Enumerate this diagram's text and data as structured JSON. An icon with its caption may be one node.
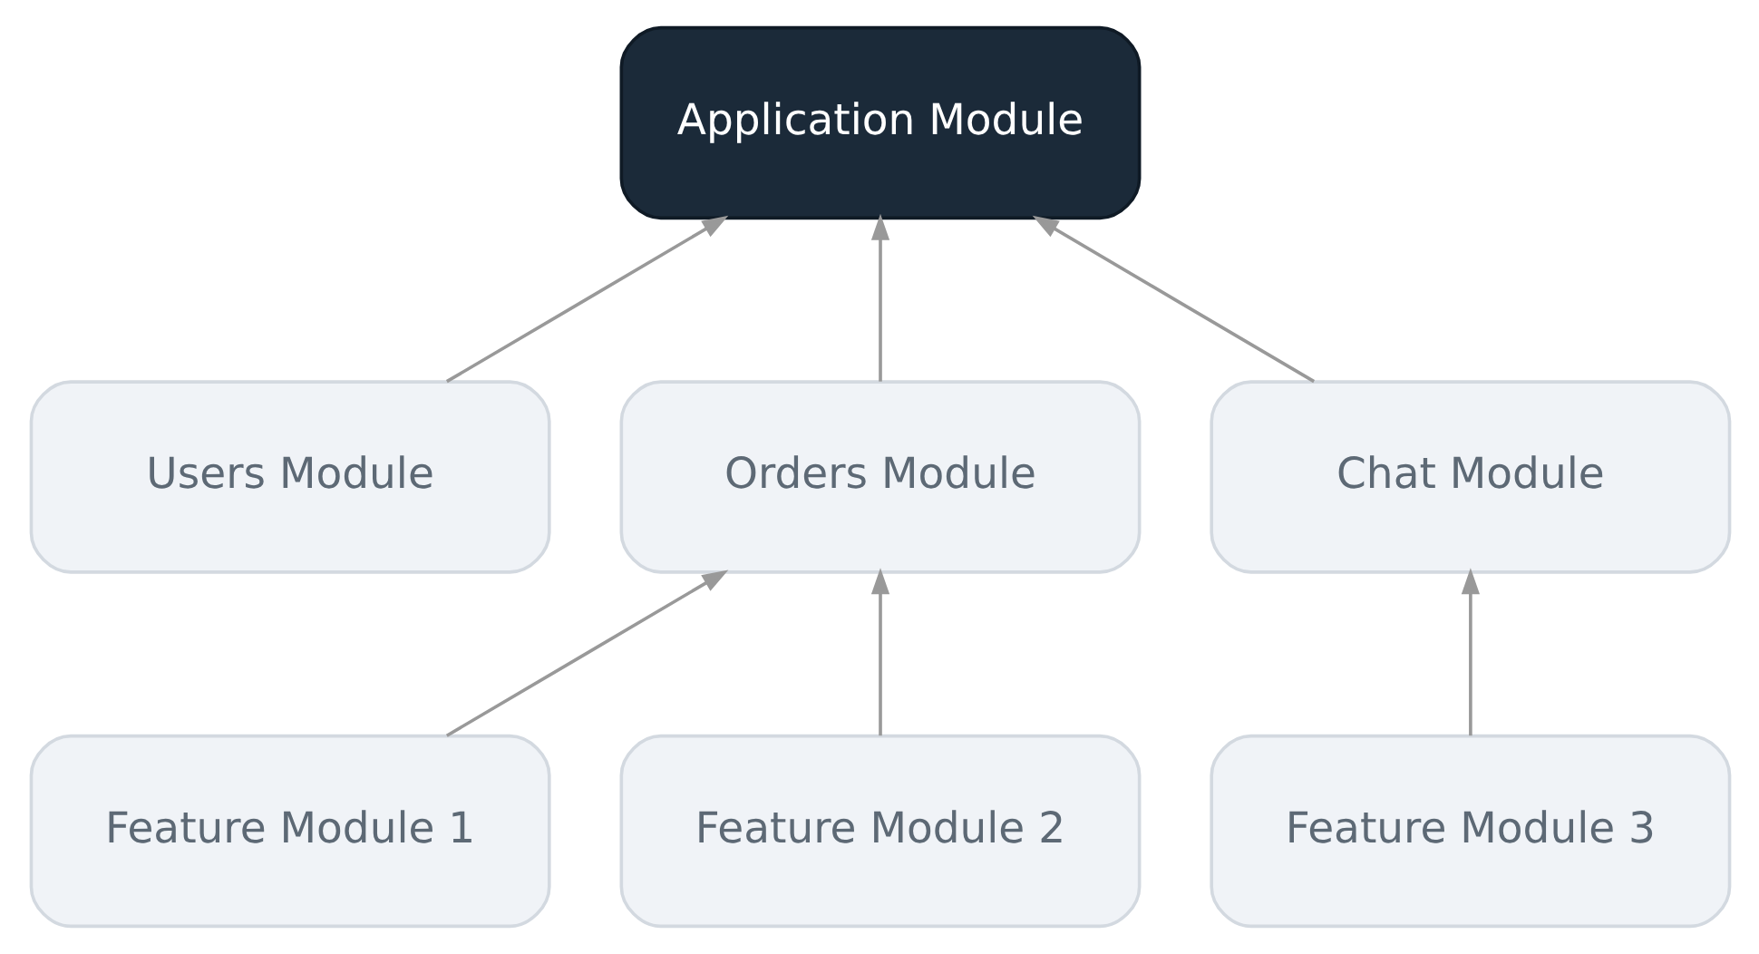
{
  "diagram": {
    "nodes": [
      {
        "text": [
          "Application Module"
        ]
      },
      {
        "text": [
          "Users Module"
        ]
      },
      {
        "text": [
          "Orders Module"
        ]
      },
      {
        "text": [
          "Chat Module"
        ]
      },
      {
        "text": [
          "Feature Module 1"
        ]
      },
      {
        "text": [
          "Feature Module 2"
        ]
      },
      {
        "text": [
          "Feature Module 3"
        ]
      }
    ],
    "edges": [
      {
        "from": 1,
        "to": 0,
        "arrow": "to"
      },
      {
        "from": 2,
        "to": 0,
        "arrow": "to"
      },
      {
        "from": 3,
        "to": 0,
        "arrow": "to"
      },
      {
        "from": 4,
        "to": 2,
        "arrow": "to"
      },
      {
        "from": 5,
        "to": 2,
        "arrow": "to"
      },
      {
        "from": 6,
        "to": 3,
        "arrow": "to"
      }
    ]
  }
}
